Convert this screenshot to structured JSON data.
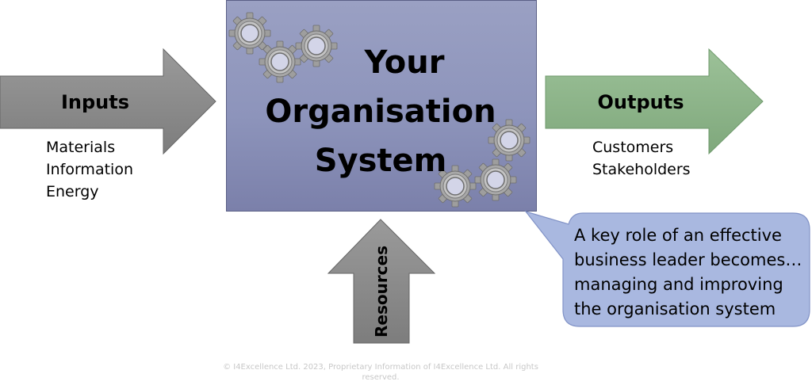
{
  "inputs": {
    "label": "Inputs",
    "items": [
      "Materials",
      "Information",
      "Energy"
    ]
  },
  "system": {
    "title_lines": [
      "Your",
      "Organisation",
      "System"
    ]
  },
  "outputs": {
    "label": "Outputs",
    "items": [
      "Customers",
      "Stakeholders"
    ]
  },
  "resources": {
    "label": "Resources"
  },
  "callout": {
    "lines": [
      "A key role of an effective",
      "business leader becomes…",
      "managing and improving",
      "the organisation system"
    ]
  },
  "footer": {
    "lines": [
      "© I4Excellence Ltd. 2023,  Proprietary Information of I4Excellence Ltd.  All rights",
      "reserved."
    ]
  },
  "colors": {
    "inputs_arrow": "#8c8c8c",
    "outputs_arrow": "#8db48a",
    "resources_arrow": "#8c8c8c",
    "system_box": "#8d94bb",
    "callout": "#a9b8e0",
    "gear": "#a3a3a3"
  },
  "icons": [
    "gear-icon"
  ]
}
